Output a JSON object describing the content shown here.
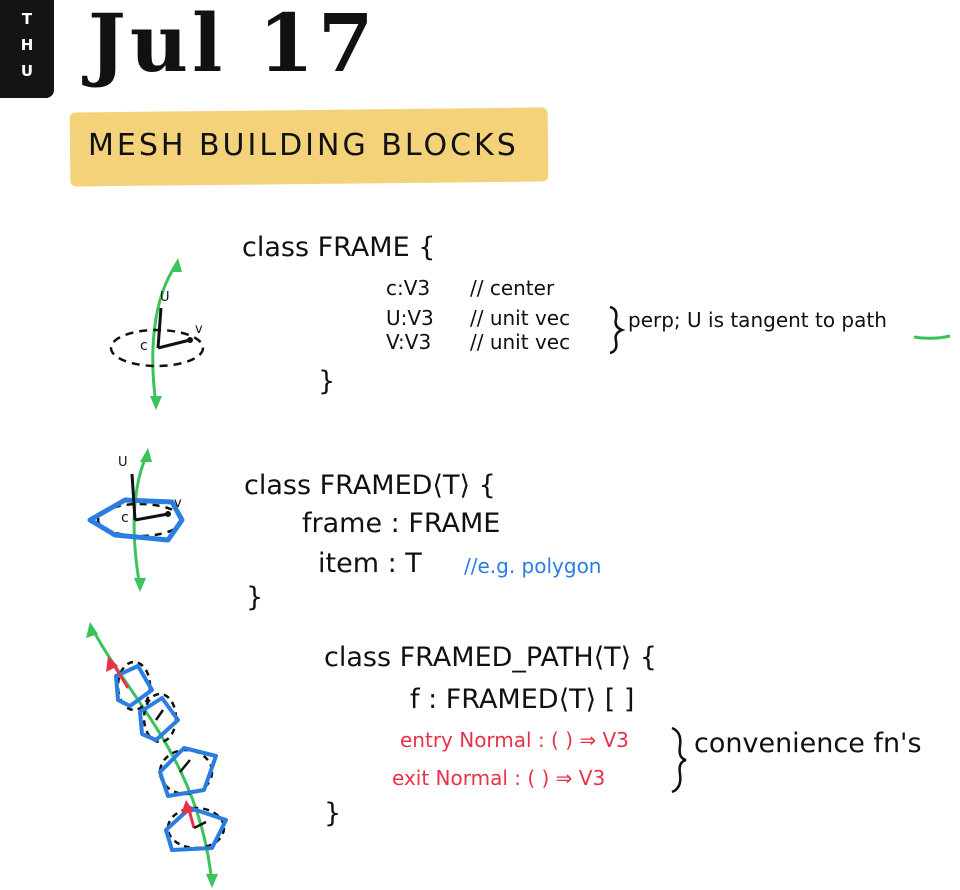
{
  "header": {
    "day": [
      "T",
      "H",
      "U"
    ],
    "date": "Jul 17",
    "title": "MESH BUILDING BLOCKS"
  },
  "frame_class": {
    "open": "class FRAME {",
    "fields": [
      {
        "name": "c:V3",
        "comment": "// center"
      },
      {
        "name": "U:V3",
        "comment": "// unit vec"
      },
      {
        "name": "V:V3",
        "comment": "// unit vec"
      }
    ],
    "note": "perp; U is tangent to path",
    "close": "}",
    "diagram_labels": {
      "u": "U",
      "c": "c",
      "v": "v"
    }
  },
  "framed_class": {
    "open": "class FRAMED⟨T⟩ {",
    "frame_field": "frame : FRAME",
    "item_field": "item : T",
    "item_comment": "//e.g. polygon",
    "close": "}",
    "diagram_labels": {
      "u": "U",
      "c": "c",
      "v": "v"
    }
  },
  "framed_path_class": {
    "open": "class FRAMED_PATH⟨T⟩ {",
    "f_field": "f : FRAMED⟨T⟩ [ ]",
    "entry": "entry Normal : ( ) ⇒ V3",
    "exit": "exit Normal : ( ) ⇒ V3",
    "note": "convenience fn's",
    "close": "}"
  },
  "colors": {
    "ink": "#111111",
    "green": "#3cc25a",
    "blue": "#2a7de1",
    "red": "#e8324a",
    "highlight": "#f4d27a"
  }
}
